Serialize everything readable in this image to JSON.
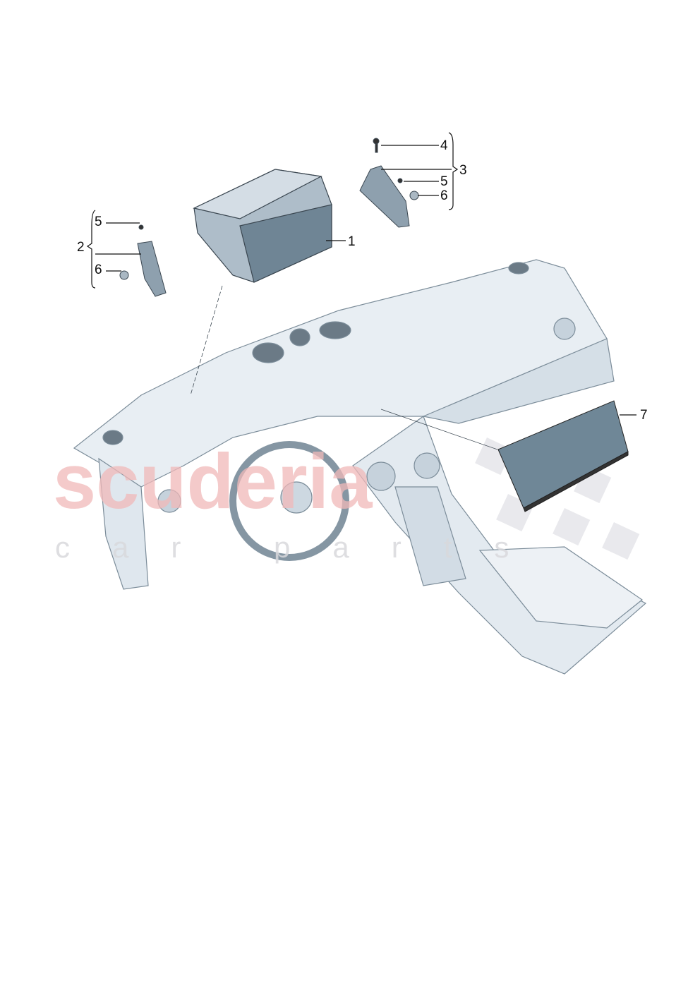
{
  "watermark": {
    "line1": "scuderia",
    "line2": "car parts"
  },
  "callouts": [
    {
      "id": "1",
      "label": "1"
    },
    {
      "id": "2",
      "label": "2"
    },
    {
      "id": "2-5",
      "label": "5"
    },
    {
      "id": "2-6",
      "label": "6"
    },
    {
      "id": "3",
      "label": "3"
    },
    {
      "id": "3-4",
      "label": "4"
    },
    {
      "id": "3-5",
      "label": "5"
    },
    {
      "id": "3-6",
      "label": "6"
    },
    {
      "id": "7",
      "label": "7"
    }
  ],
  "colors": {
    "part_fill": "#dde6ee",
    "part_dark": "#5e7383",
    "line": "#3a4650",
    "watermark_red": "#f3c9c9",
    "watermark_grey": "#e3e3e6"
  }
}
